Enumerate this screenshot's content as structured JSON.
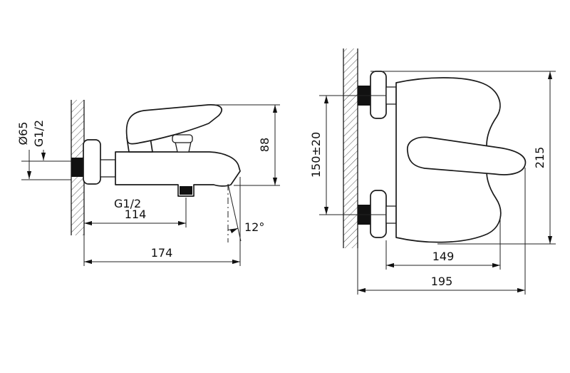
{
  "drawing": {
    "views": {
      "side": {
        "escutcheon_diameter": "Ø65",
        "wall_thread": "G1/2",
        "handle_to_spout_height": "88",
        "outlet_thread": "G1/2",
        "wall_to_outlet_depth": "114",
        "spout_angle": "12°",
        "overall_depth": "174"
      },
      "front": {
        "mounting_spacing": "150±20",
        "overall_height": "215",
        "body_width": "149",
        "overall_width": "195"
      }
    }
  }
}
